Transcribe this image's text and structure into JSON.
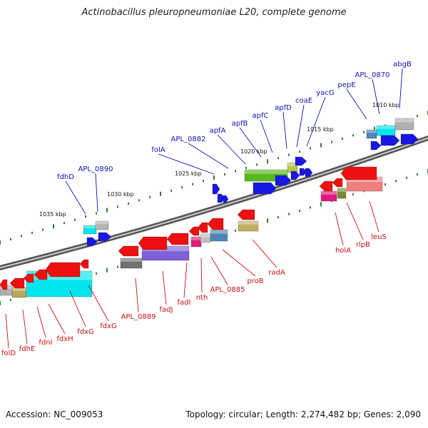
{
  "title": "Actinobacillus pleuropneumoniae L20, complete genome",
  "footer": {
    "accession": "Accession: NC_009053",
    "stats": "Topology: circular; Length: 2,274,482 bp; Genes: 2,090"
  },
  "colors": {
    "forward_label": "#1010b8",
    "reverse_label": "#c81010",
    "tick": "#2e7d2e",
    "backbone": "#8a8a8a"
  },
  "kbp_labels": [
    "1010 kbp",
    "1015 kbp",
    "1020 kbp",
    "1025 kbp",
    "1030 kbp",
    "1035 kbp"
  ],
  "forward_genes": [
    "abgB",
    "APL_0870",
    "pepE",
    "yacG",
    "coaE",
    "apfD",
    "apfC",
    "apfB",
    "apfA",
    "APL_0882",
    "folA",
    "APL_0890",
    "fdhD"
  ],
  "reverse_genes": [
    "leuS",
    "rlpB",
    "holA",
    "radA",
    "proB",
    "APL_0885",
    "nth",
    "fadI",
    "fadJ",
    "APL_0889",
    "fdxG",
    "fdxG",
    "fdxH",
    "fdnI",
    "fdhE",
    "folD"
  ]
}
